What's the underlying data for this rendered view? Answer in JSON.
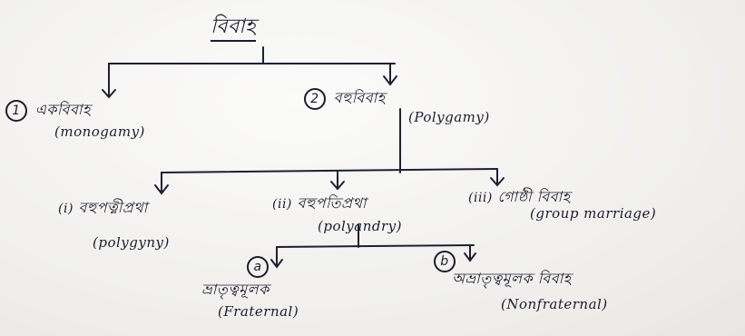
{
  "root": {
    "label": "বিবাহ"
  },
  "level1": [
    {
      "num": "1",
      "label": "একবিবাহ",
      "english": "(monogamy)"
    },
    {
      "num": "2",
      "label": "বহুবিবাহ",
      "english": "(Polygamy)"
    }
  ],
  "level2": [
    {
      "num": "(i)",
      "label": "বহুপত্নীপ্রথা",
      "english": "(polygyny)"
    },
    {
      "num": "(ii)",
      "label": "বহুপতিপ্রথা",
      "english": "(polyandry)"
    },
    {
      "num": "(iii)",
      "label": "গোষ্ঠী বিবাহ",
      "english": "(group marriage)"
    }
  ],
  "level3": [
    {
      "num": "a",
      "label": "ভ্রাতৃত্বমূলক",
      "english": "(Fraternal)"
    },
    {
      "num": "b",
      "label": "অভ্রাতৃত্বমূলক বিবাহ",
      "english": "(Nonfraternal)"
    }
  ]
}
